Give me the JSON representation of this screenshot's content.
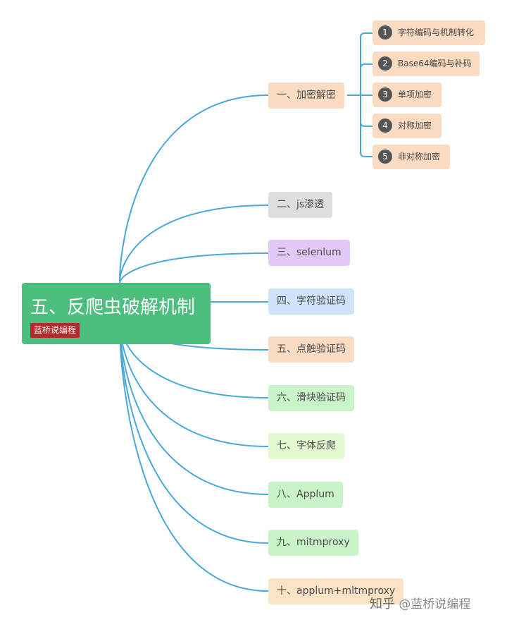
{
  "root": {
    "title": "五、反爬虫破解机制",
    "tag": "蓝桥说编程"
  },
  "branches": [
    {
      "label": "一、加密解密",
      "color": "#fbdcc2"
    },
    {
      "label": "二、js渗透",
      "color": "#dedede"
    },
    {
      "label": "三、selenlum",
      "color": "#e3c9f7"
    },
    {
      "label": "四、字符验证码",
      "color": "#cfe4fb"
    },
    {
      "label": "五、点触验证码",
      "color": "#fbdcc2"
    },
    {
      "label": "六、滑块验证码",
      "color": "#c9f4c9"
    },
    {
      "label": "七、字体反爬",
      "color": "#e4fbd2"
    },
    {
      "label": "八、Applum",
      "color": "#c9f4c9"
    },
    {
      "label": "九、mitmproxy",
      "color": "#c9f4c9"
    },
    {
      "label": "十、applum+mltmproxy",
      "color": "#fde3c6"
    }
  ],
  "sub_branches": [
    {
      "number": "1",
      "label": "字符编码与机制转化"
    },
    {
      "number": "2",
      "label": "Base64编码与补码"
    },
    {
      "number": "3",
      "label": "单项加密"
    },
    {
      "number": "4",
      "label": "对称加密"
    },
    {
      "number": "5",
      "label": "非对称加密"
    }
  ],
  "watermark": {
    "brand": "知乎",
    "text": "@蓝桥说编程"
  },
  "colors": {
    "connector": "#4aa8d8",
    "root": "#4cbf7f",
    "tag": "#b8282a"
  }
}
